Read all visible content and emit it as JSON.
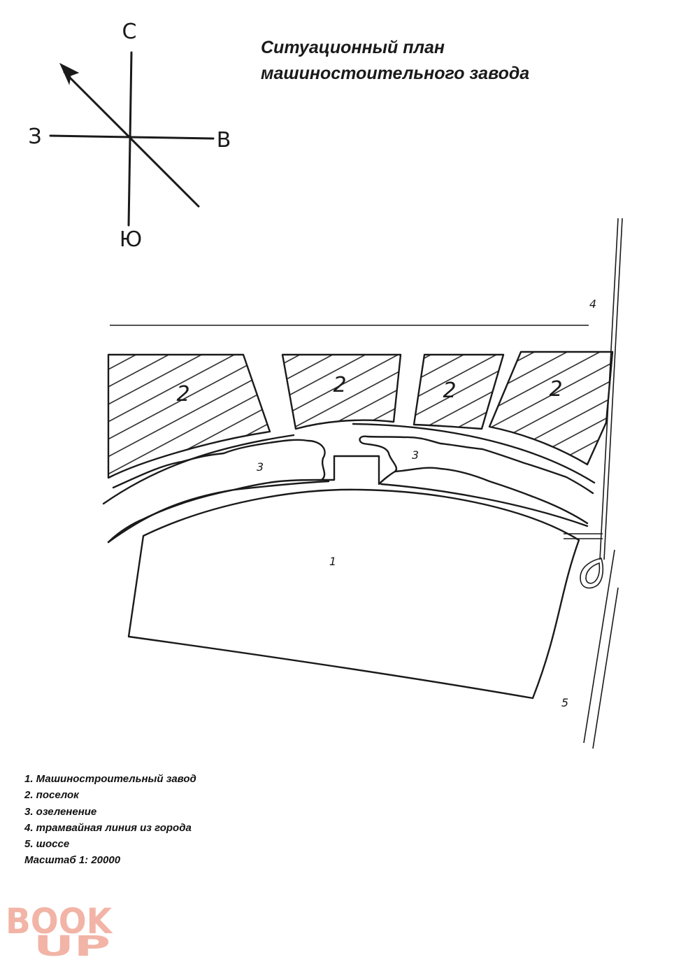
{
  "title": {
    "line1": "Ситуационный план",
    "line2": "машиностоительного завода"
  },
  "compass": {
    "north": "С",
    "south": "Ю",
    "west": "З",
    "east": "В"
  },
  "plan_labels": {
    "factory": "1",
    "settlement": "2",
    "greenery": "3",
    "tram": "4",
    "highway": "5"
  },
  "legend": {
    "item1": "1. Машиностроительный завод",
    "item2": "2. поселок",
    "item3": "3. озеленение",
    "item4": "4. трамвайная линия из города",
    "item5": "5. шоссе",
    "scale": "Масштаб 1: 20000"
  },
  "logo": {
    "top": "BOOK",
    "bottom": "UP"
  },
  "colors": {
    "ink": "#1a1a1a",
    "logo": "#f2b4a6"
  }
}
